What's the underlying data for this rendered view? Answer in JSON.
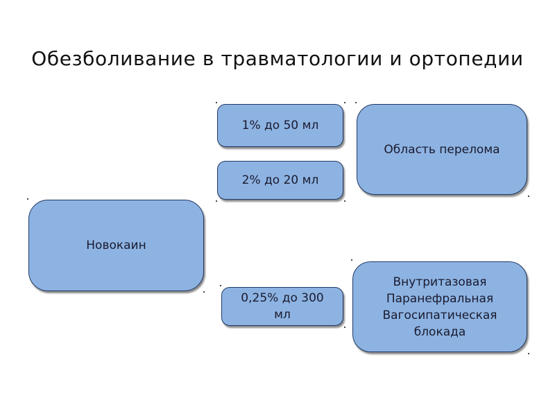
{
  "title": "Обезболивание в травматологии и ортопедии",
  "boxes": {
    "novocaine": "Новокаин",
    "concentration_1": "1% до 50 мл",
    "concentration_2": "2% до 20 мл",
    "concentration_3": "0,25% до 300 мл",
    "fracture_area": "Область перелома",
    "blocks": {
      "line1": "Внутритазовая",
      "line2": "Паранефральная",
      "line3": "Вагосипатическая",
      "line4": "блокада"
    }
  },
  "colors": {
    "box_fill": "#8db3e2",
    "box_border": "#1f3864",
    "title_text": "#111111"
  }
}
